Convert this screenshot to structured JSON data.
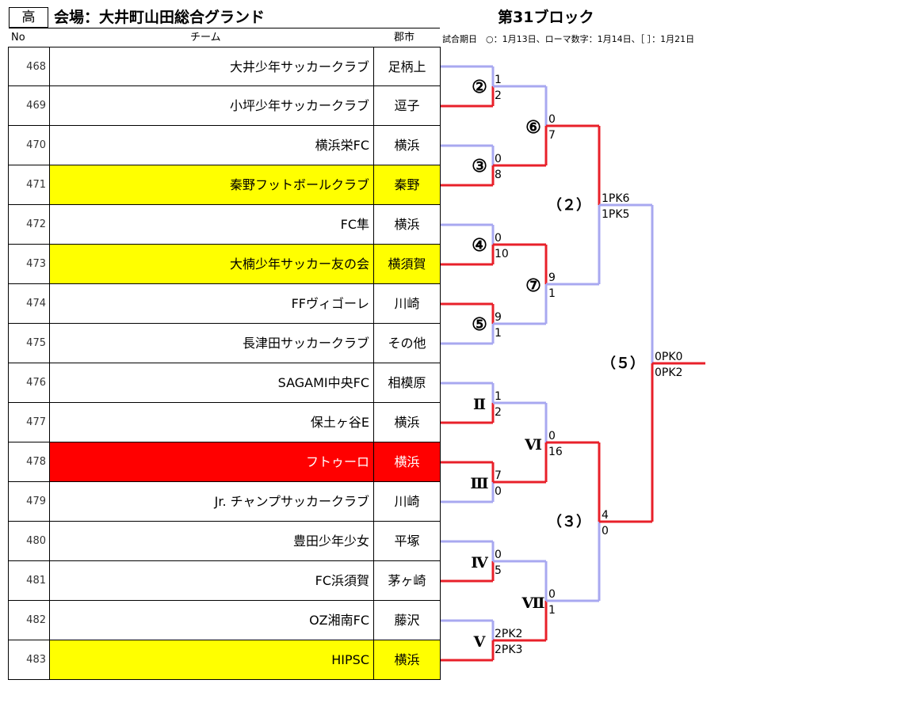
{
  "header": {
    "category": "高",
    "venue": "会場：大井町山田総合グランド",
    "block_title": "第31ブロック",
    "col_no": "No",
    "col_team": "チーム",
    "col_city": "郡市",
    "schedule_note": "試合期日　○：1月13日、ローマ数字：1月14日、［ ］：1月21日"
  },
  "colors": {
    "winner_line": "#e8202a",
    "loser_line": "#a8a8f0",
    "highlight_yellow": "#ffff00",
    "highlight_red": "#ff0000"
  },
  "teams": [
    {
      "no": "468",
      "name": "大井少年サッカークラブ",
      "city": "足柄上",
      "highlight": "none"
    },
    {
      "no": "469",
      "name": "小坪少年サッカークラブ",
      "city": "逗子",
      "highlight": "none"
    },
    {
      "no": "470",
      "name": "横浜栄FC",
      "city": "横浜",
      "highlight": "none"
    },
    {
      "no": "471",
      "name": "秦野フットボールクラブ",
      "city": "秦野",
      "highlight": "yellow"
    },
    {
      "no": "472",
      "name": "FC隼",
      "city": "横浜",
      "highlight": "none"
    },
    {
      "no": "473",
      "name": "大楠少年サッカー友の会",
      "city": "横須賀",
      "highlight": "yellow"
    },
    {
      "no": "474",
      "name": "FFヴィゴーレ",
      "city": "川崎",
      "highlight": "none"
    },
    {
      "no": "475",
      "name": "長津田サッカークラブ",
      "city": "その他",
      "highlight": "none"
    },
    {
      "no": "476",
      "name": "SAGAMI中央FC",
      "city": "相模原",
      "highlight": "none"
    },
    {
      "no": "477",
      "name": "保土ヶ谷E",
      "city": "横浜",
      "highlight": "none"
    },
    {
      "no": "478",
      "name": "フトゥーロ",
      "city": "横浜",
      "highlight": "red"
    },
    {
      "no": "479",
      "name": "Jr. チャンプサッカークラブ",
      "city": "川崎",
      "highlight": "none"
    },
    {
      "no": "480",
      "name": "豊田少年少女",
      "city": "平塚",
      "highlight": "none"
    },
    {
      "no": "481",
      "name": "FC浜須賀",
      "city": "茅ヶ崎",
      "highlight": "none"
    },
    {
      "no": "482",
      "name": "OZ湘南FC",
      "city": "藤沢",
      "highlight": "none"
    },
    {
      "no": "483",
      "name": "HIPSC",
      "city": "横浜",
      "highlight": "yellow"
    }
  ],
  "bracket": {
    "round1": [
      {
        "label": "②",
        "top": "1",
        "bottom": "2",
        "winner": "bottom"
      },
      {
        "label": "③",
        "top": "0",
        "bottom": "8",
        "winner": "bottom"
      },
      {
        "label": "④",
        "top": "0",
        "bottom": "10",
        "winner": "bottom"
      },
      {
        "label": "⑤",
        "top": "9",
        "bottom": "1",
        "winner": "top"
      },
      {
        "label": "Ⅱ",
        "top": "1",
        "bottom": "2",
        "winner": "bottom"
      },
      {
        "label": "Ⅲ",
        "top": "7",
        "bottom": "0",
        "winner": "top"
      },
      {
        "label": "Ⅳ",
        "top": "0",
        "bottom": "5",
        "winner": "bottom"
      },
      {
        "label": "Ⅴ",
        "top": "2PK2",
        "bottom": "2PK3",
        "winner": "bottom"
      }
    ],
    "round2": [
      {
        "label": "⑥",
        "top": "0",
        "bottom": "7",
        "winner": "bottom"
      },
      {
        "label": "⑦",
        "top": "9",
        "bottom": "1",
        "winner": "top"
      },
      {
        "label": "Ⅵ",
        "top": "0",
        "bottom": "16",
        "winner": "bottom"
      },
      {
        "label": "Ⅶ",
        "top": "0",
        "bottom": "1",
        "winner": "bottom"
      }
    ],
    "round3": [
      {
        "label": "（２）",
        "top": "1PK6",
        "bottom": "1PK5",
        "winner": "top"
      },
      {
        "label": "（３）",
        "top": "4",
        "bottom": "0",
        "winner": "top"
      }
    ],
    "final": {
      "label": "（５）",
      "top": "0PK0",
      "bottom": "0PK2",
      "winner": "bottom"
    }
  }
}
